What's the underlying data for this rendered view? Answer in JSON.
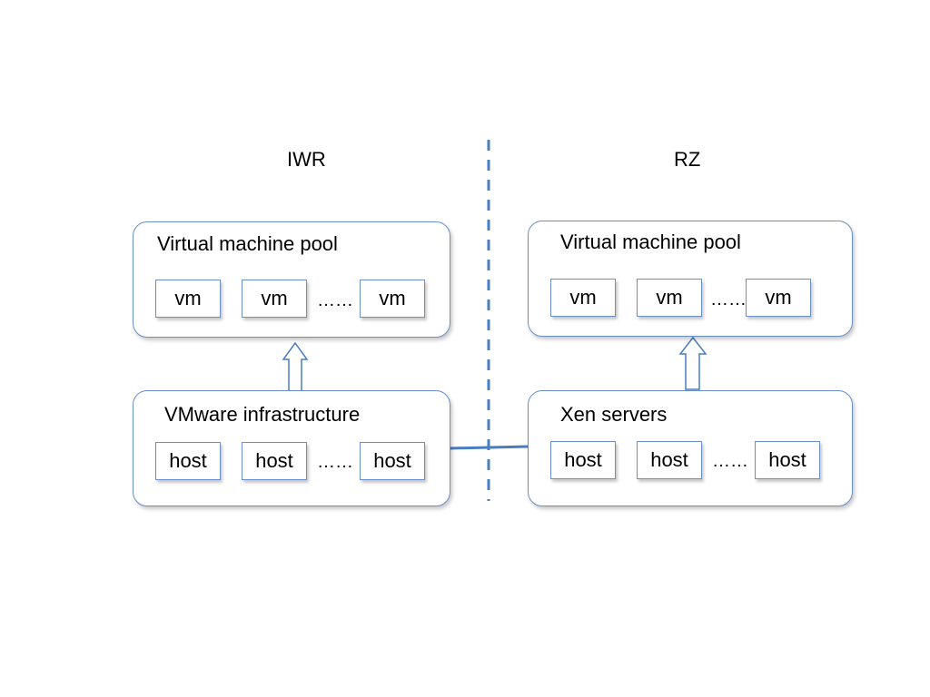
{
  "columns": {
    "left": {
      "title": "IWR",
      "pool": {
        "title": "Virtual machine pool",
        "items": [
          "vm",
          "vm",
          "vm"
        ],
        "ellipsis": "……"
      },
      "infra": {
        "title": "VMware infrastructure",
        "items": [
          "host",
          "host",
          "host"
        ],
        "ellipsis": "……"
      }
    },
    "right": {
      "title": "RZ",
      "pool": {
        "title": "Virtual machine pool",
        "items": [
          "vm",
          "vm",
          "vm"
        ],
        "ellipsis": "……"
      },
      "infra": {
        "title": "Xen servers",
        "items": [
          "host",
          "host",
          "host"
        ],
        "ellipsis": "……"
      }
    }
  },
  "colors": {
    "border": "#6b8fc9",
    "divider": "#4a7cc0"
  }
}
